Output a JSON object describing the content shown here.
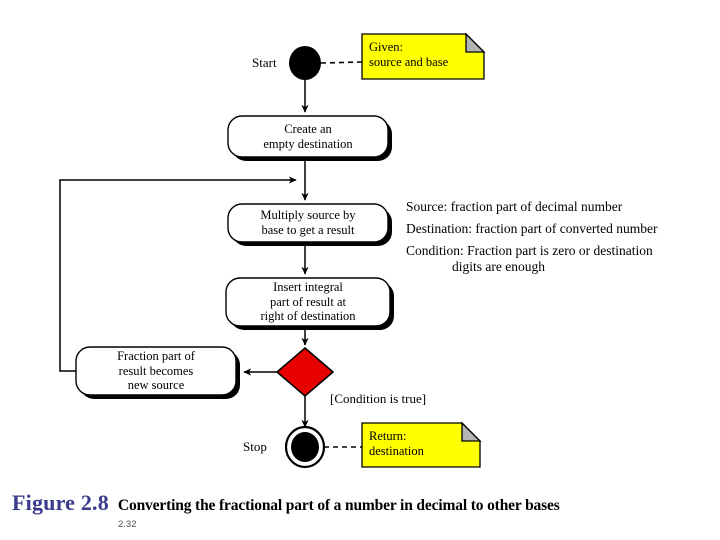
{
  "diagram": {
    "type": "uml-activity-diagram",
    "colors": {
      "note_fill": "#ffff00",
      "note_fold": "#b4b4b4",
      "decision_fill": "#e60000",
      "stroke": "#000000",
      "figure_label": "#3a3a8c",
      "background": "#ffffff"
    },
    "start": {
      "label": "Start",
      "note": "Given:\nsource and base"
    },
    "stop": {
      "label": "Stop",
      "note": "Return:\ndestination"
    },
    "actions": [
      {
        "id": "create",
        "text": "Create an\nempty destination"
      },
      {
        "id": "multiply",
        "text": "Multiply source by\nbase to get a result"
      },
      {
        "id": "insert",
        "text": "Insert integral\npart of result at\nright of destination"
      },
      {
        "id": "fraction",
        "text": "Fraction part of\nresult becomes\nnew source"
      }
    ],
    "decision": {
      "shape": "diamond",
      "guard_label": "[Condition is true]"
    },
    "specification": [
      "Source: fraction part of decimal number",
      "Destination: fraction part of converted number",
      "Condition: Fraction part is zero or destination",
      "digits are enough"
    ]
  },
  "caption": {
    "figure_number": "Figure 2.8",
    "title": "Converting the fractional part of a number in decimal to other bases"
  },
  "page_number": "2.32"
}
